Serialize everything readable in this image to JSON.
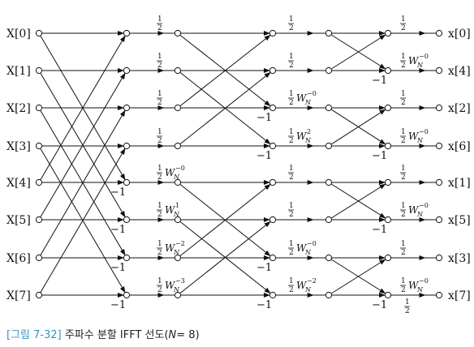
{
  "inputs": [
    "X[0]",
    "X[1]",
    "X[2]",
    "X[3]",
    "X[4]",
    "X[5]",
    "X[6]",
    "X[7]"
  ],
  "outputs": [
    "x[0]",
    "x[4]",
    "x[2]",
    "x[6]",
    "x[1]",
    "x[5]",
    "x[3]",
    "x[7]"
  ],
  "stage1_labels": [
    {
      "type": "frac"
    },
    {
      "type": "frac"
    },
    {
      "type": "frac"
    },
    {
      "type": "frac"
    },
    {
      "type": "tw",
      "exp": "−0"
    },
    {
      "type": "tw",
      "exp": "1"
    },
    {
      "type": "tw",
      "exp": "−2"
    },
    {
      "type": "tw",
      "exp": "−3"
    }
  ],
  "stage2_labels": [
    {
      "type": "frac"
    },
    {
      "type": "frac"
    },
    {
      "type": "tw",
      "exp": "−0"
    },
    {
      "type": "tw",
      "exp": "2"
    },
    {
      "type": "frac"
    },
    {
      "type": "frac"
    },
    {
      "type": "tw",
      "exp": "−0"
    },
    {
      "type": "tw",
      "exp": "−2"
    }
  ],
  "stage3_labels": [
    {
      "type": "frac"
    },
    {
      "type": "tw",
      "exp": "−0"
    },
    {
      "type": "frac"
    },
    {
      "type": "tw",
      "exp": "−0"
    },
    {
      "type": "frac"
    },
    {
      "type": "tw",
      "exp": "−0"
    },
    {
      "type": "frac"
    },
    {
      "type": "tw",
      "exp": "−0"
    }
  ],
  "half_text": "1",
  "half_den": "2",
  "twiddle_base": "W",
  "twiddle_sub": "N",
  "minus_one": "−1",
  "caption": {
    "tag": "[그림 7-32]",
    "text": "주파수 분할 IFFT 선도(",
    "n_symbol": "N",
    "n_value": "= 8)"
  },
  "colors": {
    "caption_tag": "#3b8fc4",
    "line": "#111111"
  }
}
